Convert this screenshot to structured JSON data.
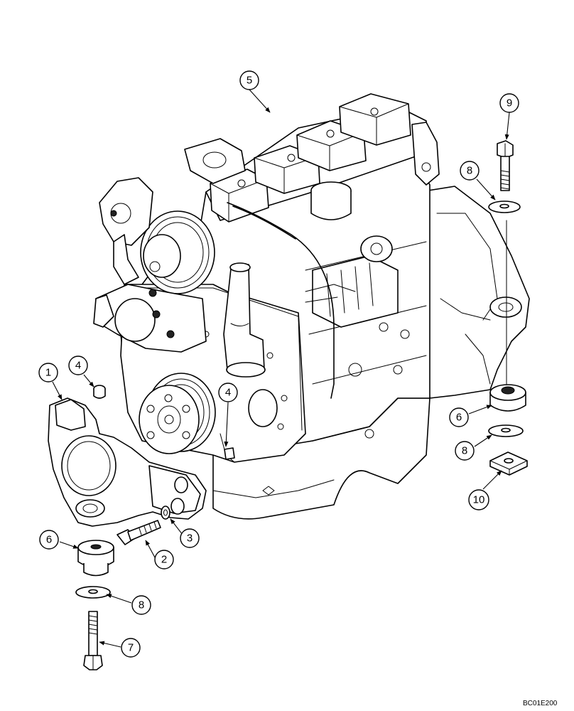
{
  "callouts": {
    "c1": "1",
    "c2": "2",
    "c3": "3",
    "c4a": "4",
    "c4b": "4",
    "c5": "5",
    "c6a": "6",
    "c6b": "6",
    "c7": "7",
    "c8a": "8",
    "c8b": "8",
    "c8c": "8",
    "c9": "9",
    "c10": "10"
  },
  "reference_code": "BC01E200"
}
